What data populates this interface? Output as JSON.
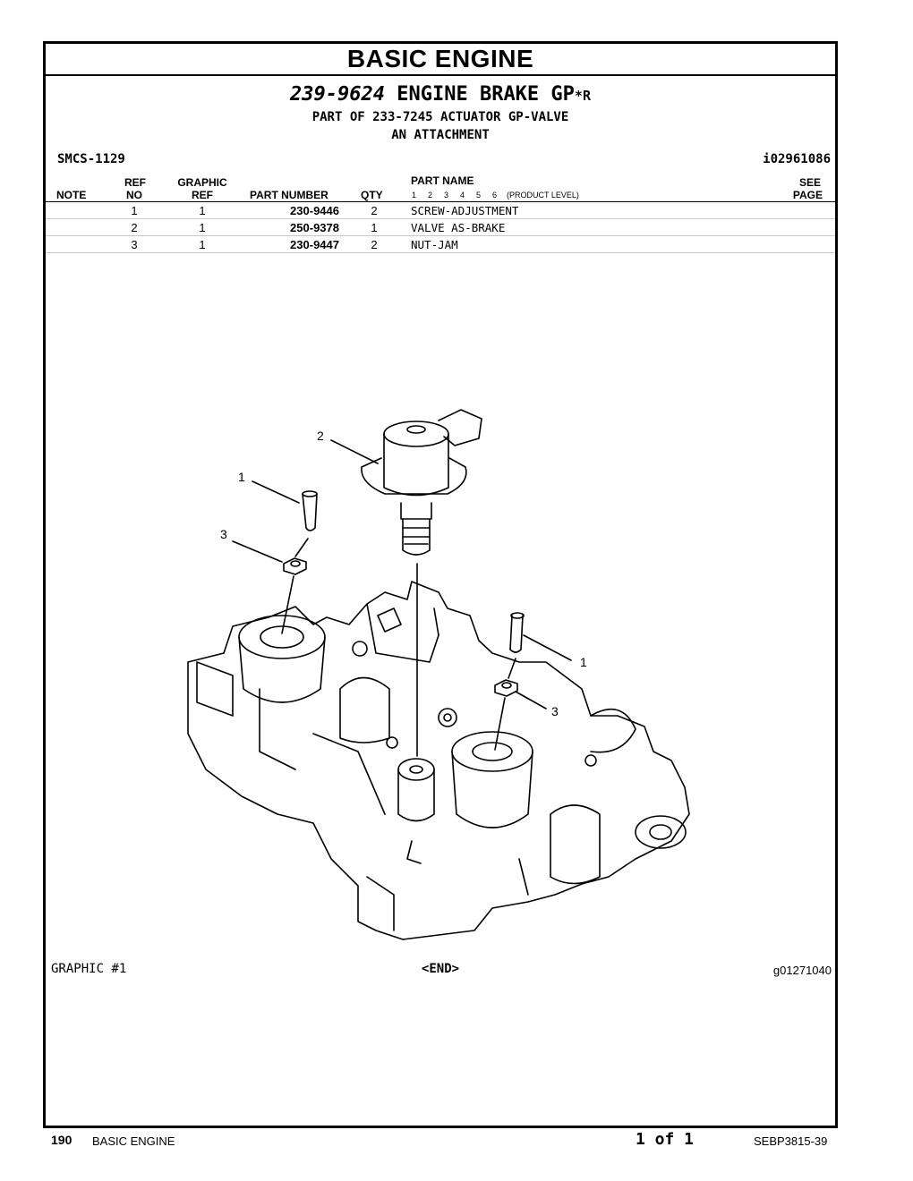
{
  "section_title": "BASIC ENGINE",
  "group": {
    "part_number": "239-9624",
    "name": "ENGINE BRAKE GP",
    "suffix": "*R",
    "part_of": "PART OF 233-7245 ACTUATOR GP-VALVE",
    "attachment": "AN ATTACHMENT"
  },
  "smcs": "SMCS-1129",
  "ident": "i02961086",
  "table": {
    "headers": {
      "note": "NOTE",
      "ref_top": "REF",
      "ref_bottom": "NO",
      "graphic_top": "GRAPHIC",
      "graphic_bottom": "REF",
      "part_number": "PART NUMBER",
      "qty": "QTY",
      "part_name": "PART NAME",
      "levels": [
        "1",
        "2",
        "3",
        "4",
        "5",
        "6"
      ],
      "level_caption": "(PRODUCT LEVEL)",
      "see_top": "SEE",
      "see_bottom": "PAGE"
    },
    "rows": [
      {
        "ref": "1",
        "graphic": "1",
        "part_number": "230-9446",
        "qty": "2",
        "name": "SCREW-ADJUSTMENT"
      },
      {
        "ref": "2",
        "graphic": "1",
        "part_number": "250-9378",
        "qty": "1",
        "name": "VALVE AS-BRAKE"
      },
      {
        "ref": "3",
        "graphic": "1",
        "part_number": "230-9447",
        "qty": "2",
        "name": "NUT-JAM"
      }
    ]
  },
  "graphic": {
    "label": "GRAPHIC #1",
    "end_marker": "<END>",
    "id": "g01271040",
    "callouts": [
      "2",
      "1",
      "3",
      "1",
      "3"
    ]
  },
  "footer": {
    "page_number": "190",
    "section": "BASIC ENGINE",
    "page_of": "1 of 1",
    "doc_number": "SEBP3815-39"
  }
}
